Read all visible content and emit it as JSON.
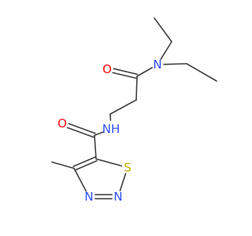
{
  "molecule": {
    "atoms": [
      {
        "id": "C1",
        "element": "C",
        "label": ""
      },
      {
        "id": "C2",
        "element": "C",
        "label": ""
      },
      {
        "id": "N1",
        "element": "N",
        "label": "N",
        "color": "#3050F8"
      },
      {
        "id": "C3",
        "element": "C",
        "label": ""
      },
      {
        "id": "C4",
        "element": "C",
        "label": ""
      },
      {
        "id": "C5",
        "element": "C",
        "label": ""
      },
      {
        "id": "O1",
        "element": "O",
        "label": "O",
        "color": "#FF0D0D"
      },
      {
        "id": "C6",
        "element": "C",
        "label": ""
      },
      {
        "id": "C7",
        "element": "C",
        "label": ""
      },
      {
        "id": "N2",
        "element": "N",
        "label": "NH",
        "color": "#3050F8"
      },
      {
        "id": "C8",
        "element": "C",
        "label": ""
      },
      {
        "id": "O2",
        "element": "O",
        "label": "O",
        "color": "#FF0D0D"
      },
      {
        "id": "C9",
        "element": "C",
        "label": ""
      },
      {
        "id": "S1",
        "element": "S",
        "label": "S",
        "color": "#C8A800"
      },
      {
        "id": "N3",
        "element": "N",
        "label": "N",
        "color": "#3050F8"
      },
      {
        "id": "N4",
        "element": "N",
        "label": "N",
        "color": "#3050F8"
      },
      {
        "id": "C10",
        "element": "C",
        "label": ""
      },
      {
        "id": "C11",
        "element": "C",
        "label": ""
      }
    ],
    "bonds": [
      {
        "a": "C1",
        "b": "C2",
        "order": 1
      },
      {
        "a": "C2",
        "b": "N1",
        "order": 1
      },
      {
        "a": "N1",
        "b": "C3",
        "order": 1
      },
      {
        "a": "C3",
        "b": "C4",
        "order": 1
      },
      {
        "a": "N1",
        "b": "C5",
        "order": 1
      },
      {
        "a": "C5",
        "b": "O1",
        "order": 2
      },
      {
        "a": "C5",
        "b": "C6",
        "order": 1
      },
      {
        "a": "C6",
        "b": "C7",
        "order": 1
      },
      {
        "a": "C7",
        "b": "N2",
        "order": 1
      },
      {
        "a": "N2",
        "b": "C8",
        "order": 1
      },
      {
        "a": "C8",
        "b": "O2",
        "order": 2
      },
      {
        "a": "C8",
        "b": "C9",
        "order": 1
      },
      {
        "a": "C9",
        "b": "S1",
        "order": 1
      },
      {
        "a": "S1",
        "b": "N3",
        "order": 1
      },
      {
        "a": "N3",
        "b": "N4",
        "order": 2
      },
      {
        "a": "N4",
        "b": "C10",
        "order": 1
      },
      {
        "a": "C10",
        "b": "C9",
        "order": 2
      },
      {
        "a": "C10",
        "b": "C11",
        "order": 1
      }
    ],
    "bond_color": "#404040"
  }
}
